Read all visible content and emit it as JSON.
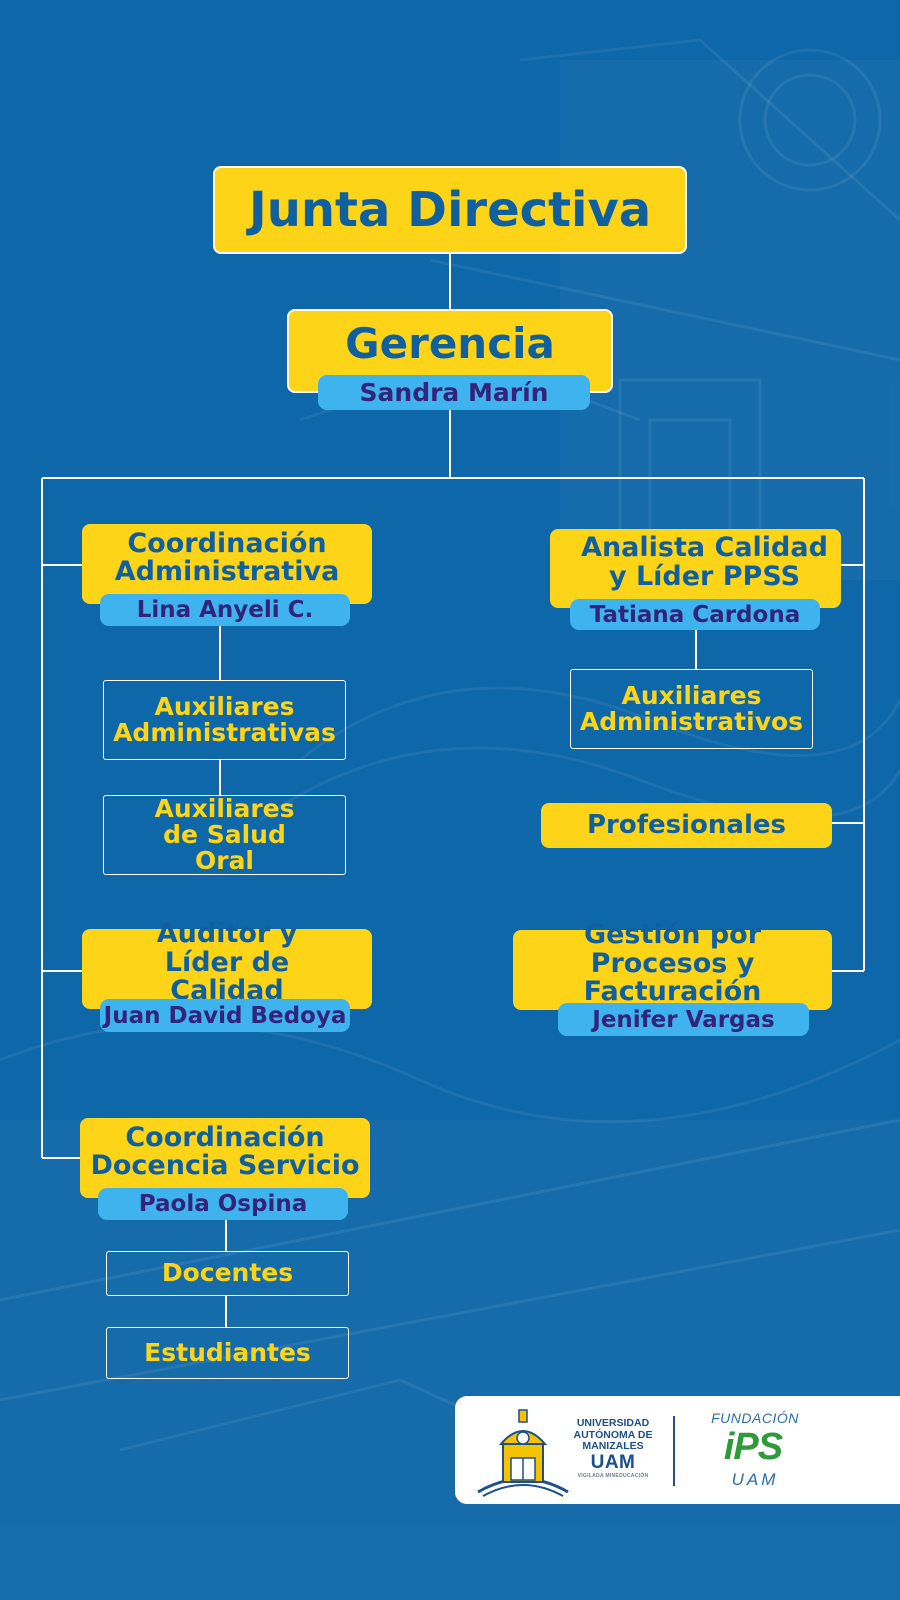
{
  "chart": {
    "junta": "Junta Directiva",
    "gerencia": {
      "title": "Gerencia",
      "name": "Sandra Marín"
    },
    "coord_admin": {
      "title": "Coordinación Administrativa",
      "name": "Lina Anyeli C."
    },
    "aux_admin_left": "Auxiliares Administrativas",
    "aux_salud_oral": "Auxiliares de Salud Oral",
    "auditor": {
      "title": "Auditor y Líder de Calidad",
      "name": "Juan David Bedoya"
    },
    "coord_docencia": {
      "title": "Coordinación Docencia Servicio",
      "name": "Paola Ospina"
    },
    "docentes": "Docentes",
    "estudiantes": "Estudiantes",
    "analista": {
      "title": "Analista Calidad y Líder PPSS",
      "name": "Tatiana Cardona"
    },
    "aux_admin_right": "Auxiliares Administrativos",
    "profesionales": "Profesionales",
    "gestion": {
      "title": "Gestión por Procesos y Facturación",
      "name": "Jenifer Vargas"
    }
  },
  "logos": {
    "uam_name": "UNIVERSIDAD AUTÓNOMA DE MANIZALES",
    "uam_short": "UAM",
    "uam_motto": "VIGILADA MINEDUCACIÓN",
    "fundacion": "FUNDACIÓN",
    "ips": "iPS",
    "uam2": "UAM"
  },
  "colors": {
    "background": "#0d67a8",
    "box_yellow": "#fdd417",
    "box_text": "#10609f",
    "name_bg": "#3eb3ee",
    "name_text": "#33237a",
    "connector": "#ffffff"
  }
}
